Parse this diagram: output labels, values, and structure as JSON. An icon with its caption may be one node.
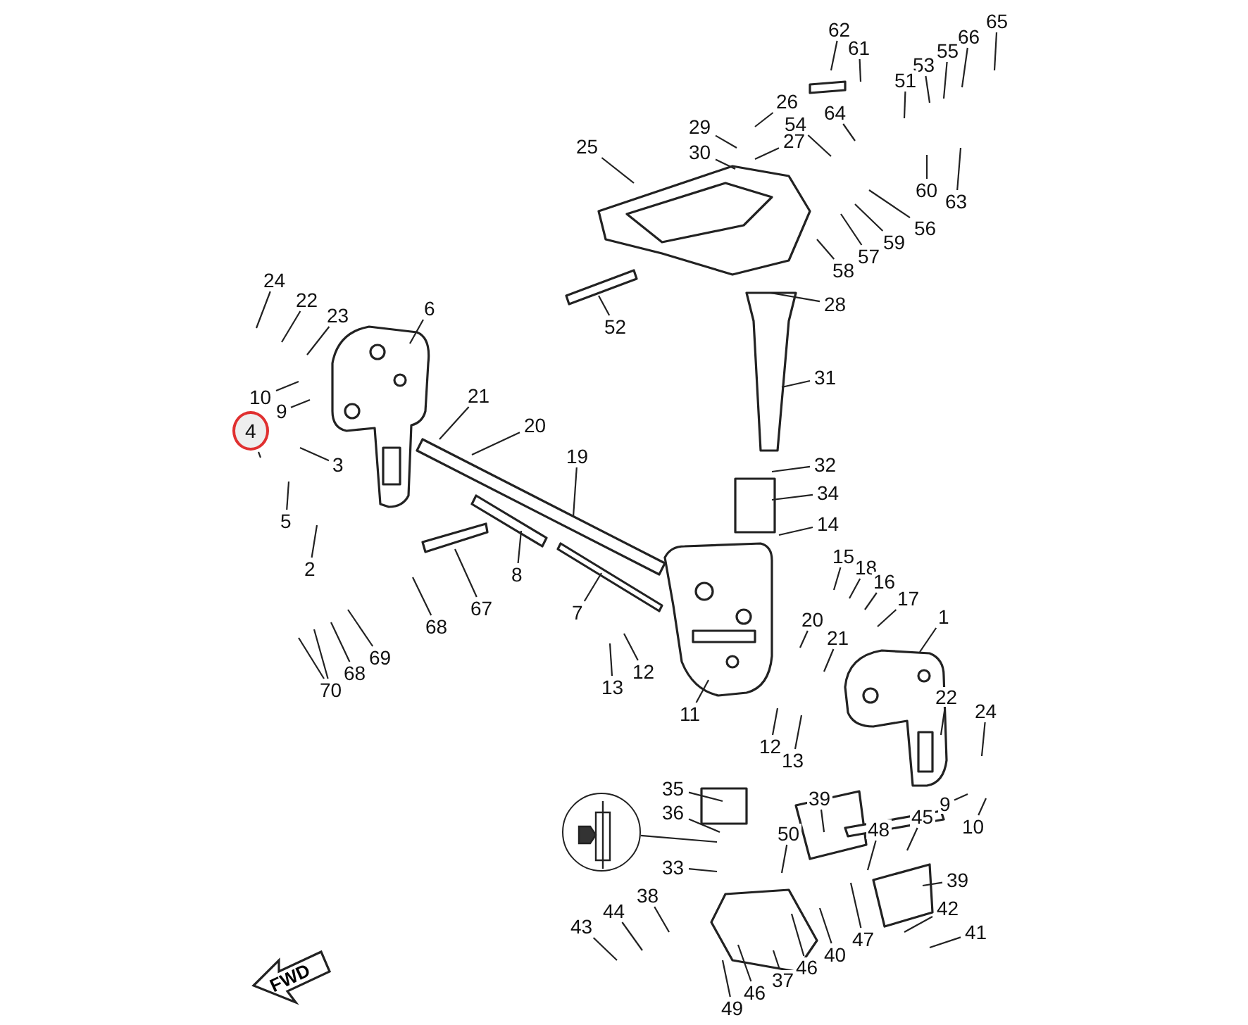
{
  "diagram": {
    "nodes": [
      {
        "text": [
          "65"
        ]
      },
      {
        "text": [
          "62"
        ]
      },
      {
        "text": [
          "66"
        ]
      },
      {
        "text": [
          "55"
        ]
      },
      {
        "text": [
          "61"
        ]
      },
      {
        "text": [
          "53"
        ]
      },
      {
        "text": [
          "51"
        ]
      },
      {
        "text": [
          "26"
        ]
      },
      {
        "text": [
          "64"
        ]
      },
      {
        "text": [
          "54"
        ]
      },
      {
        "text": [
          "29"
        ]
      },
      {
        "text": [
          "27"
        ]
      },
      {
        "text": [
          "25"
        ]
      },
      {
        "text": [
          "30"
        ]
      },
      {
        "text": [
          "60"
        ]
      },
      {
        "text": [
          "63"
        ]
      },
      {
        "text": [
          "56"
        ]
      },
      {
        "text": [
          "59"
        ]
      },
      {
        "text": [
          "57"
        ]
      },
      {
        "text": [
          "58"
        ]
      },
      {
        "text": [
          "24"
        ]
      },
      {
        "text": [
          "22"
        ]
      },
      {
        "text": [
          "28"
        ]
      },
      {
        "text": [
          "6"
        ]
      },
      {
        "text": [
          "23"
        ]
      },
      {
        "text": [
          "52"
        ]
      },
      {
        "text": [
          "31"
        ]
      },
      {
        "text": [
          "21"
        ]
      },
      {
        "text": [
          "10"
        ]
      },
      {
        "text": [
          "9"
        ]
      },
      {
        "text": [
          "20"
        ]
      },
      {
        "text": [
          "4"
        ]
      },
      {
        "text": [
          "19"
        ]
      },
      {
        "text": [
          "3"
        ]
      },
      {
        "text": [
          "32"
        ]
      },
      {
        "text": [
          "34"
        ]
      },
      {
        "text": [
          "5"
        ]
      },
      {
        "text": [
          "14"
        ]
      },
      {
        "text": [
          "15"
        ]
      },
      {
        "text": [
          "18"
        ]
      },
      {
        "text": [
          "2"
        ]
      },
      {
        "text": [
          "8"
        ]
      },
      {
        "text": [
          "16"
        ]
      },
      {
        "text": [
          "17"
        ]
      },
      {
        "text": [
          "67"
        ]
      },
      {
        "text": [
          "7"
        ]
      },
      {
        "text": [
          "1"
        ]
      },
      {
        "text": [
          "20"
        ]
      },
      {
        "text": [
          "68"
        ]
      },
      {
        "text": [
          "21"
        ]
      },
      {
        "text": [
          "69"
        ]
      },
      {
        "text": [
          "12"
        ]
      },
      {
        "text": [
          "68"
        ]
      },
      {
        "text": [
          "13"
        ]
      },
      {
        "text": [
          "70"
        ]
      },
      {
        "text": [
          "22"
        ]
      },
      {
        "text": [
          "24"
        ]
      },
      {
        "text": [
          "11"
        ]
      },
      {
        "text": [
          "12"
        ]
      },
      {
        "text": [
          "13"
        ]
      },
      {
        "text": [
          "35"
        ]
      },
      {
        "text": [
          "39"
        ]
      },
      {
        "text": [
          "9"
        ]
      },
      {
        "text": [
          "36"
        ]
      },
      {
        "text": [
          "45"
        ]
      },
      {
        "text": [
          "10"
        ]
      },
      {
        "text": [],
        "shape": "circle"
      },
      {
        "text": [
          "48"
        ]
      },
      {
        "text": [
          "50"
        ]
      },
      {
        "text": [
          "33"
        ]
      },
      {
        "text": [
          "39"
        ]
      },
      {
        "text": [
          "38"
        ]
      },
      {
        "text": [
          "42"
        ]
      },
      {
        "text": [
          "44"
        ]
      },
      {
        "text": [
          "43"
        ]
      },
      {
        "text": [
          "41"
        ]
      },
      {
        "text": [
          "47"
        ]
      },
      {
        "text": [
          "40"
        ]
      },
      {
        "text": [
          "46"
        ]
      },
      {
        "text": [
          "37"
        ]
      },
      {
        "text": [
          "46"
        ]
      },
      {
        "text": [
          "49"
        ]
      }
    ],
    "edges": [
      {
        "from": 0,
        "to": null,
        "arrow": "none"
      },
      {
        "from": 1,
        "to": null,
        "arrow": "none"
      },
      {
        "from": 2,
        "to": null,
        "arrow": "none"
      },
      {
        "from": 3,
        "to": null,
        "arrow": "none"
      },
      {
        "from": 4,
        "to": null,
        "arrow": "none"
      },
      {
        "from": 5,
        "to": null,
        "arrow": "none"
      },
      {
        "from": 6,
        "to": null,
        "arrow": "none"
      },
      {
        "from": 7,
        "to": null,
        "arrow": "none"
      },
      {
        "from": 8,
        "to": null,
        "arrow": "none"
      },
      {
        "from": 9,
        "to": null,
        "arrow": "none"
      },
      {
        "from": 10,
        "to": null,
        "arrow": "none"
      },
      {
        "from": 11,
        "to": null,
        "arrow": "none"
      },
      {
        "from": 12,
        "to": null,
        "arrow": "none"
      },
      {
        "from": 13,
        "to": null,
        "arrow": "none"
      },
      {
        "from": 14,
        "to": null,
        "arrow": "none"
      },
      {
        "from": 15,
        "to": null,
        "arrow": "none"
      },
      {
        "from": 16,
        "to": null,
        "arrow": "none"
      },
      {
        "from": 17,
        "to": null,
        "arrow": "none"
      },
      {
        "from": 18,
        "to": null,
        "arrow": "none"
      },
      {
        "from": 19,
        "to": null,
        "arrow": "none"
      },
      {
        "from": 20,
        "to": null,
        "arrow": "none"
      },
      {
        "from": 21,
        "to": null,
        "arrow": "none"
      },
      {
        "from": 22,
        "to": null,
        "arrow": "none"
      },
      {
        "from": 23,
        "to": null,
        "arrow": "none"
      },
      {
        "from": 24,
        "to": null,
        "arrow": "none"
      },
      {
        "from": 25,
        "to": null,
        "arrow": "none"
      },
      {
        "from": 26,
        "to": null,
        "arrow": "none"
      },
      {
        "from": 27,
        "to": null,
        "arrow": "none"
      },
      {
        "from": 28,
        "to": null,
        "arrow": "none"
      },
      {
        "from": 29,
        "to": null,
        "arrow": "none"
      },
      {
        "from": 30,
        "to": null,
        "arrow": "none"
      },
      {
        "from": 31,
        "to": null,
        "arrow": "none"
      },
      {
        "from": 32,
        "to": null,
        "arrow": "none"
      },
      {
        "from": 33,
        "to": null,
        "arrow": "none"
      },
      {
        "from": 34,
        "to": null,
        "arrow": "none"
      },
      {
        "from": 35,
        "to": null,
        "arrow": "none"
      },
      {
        "from": 36,
        "to": null,
        "arrow": "none"
      },
      {
        "from": 37,
        "to": null,
        "arrow": "none"
      },
      {
        "from": 38,
        "to": null,
        "arrow": "none"
      },
      {
        "from": 39,
        "to": null,
        "arrow": "none"
      },
      {
        "from": 40,
        "to": null,
        "arrow": "none"
      },
      {
        "from": 41,
        "to": null,
        "arrow": "none"
      },
      {
        "from": 42,
        "to": null,
        "arrow": "none"
      },
      {
        "from": 43,
        "to": null,
        "arrow": "none"
      },
      {
        "from": 44,
        "to": null,
        "arrow": "none"
      },
      {
        "from": 45,
        "to": null,
        "arrow": "none"
      },
      {
        "from": 46,
        "to": null,
        "arrow": "none"
      },
      {
        "from": 47,
        "to": null,
        "arrow": "none"
      },
      {
        "from": 48,
        "to": null,
        "arrow": "none"
      },
      {
        "from": 49,
        "to": null,
        "arrow": "none"
      },
      {
        "from": 50,
        "to": null,
        "arrow": "none"
      },
      {
        "from": 51,
        "to": null,
        "arrow": "none"
      },
      {
        "from": 52,
        "to": null,
        "arrow": "none"
      },
      {
        "from": 53,
        "to": null,
        "arrow": "none"
      },
      {
        "from": 54,
        "to": null,
        "arrow": "none"
      },
      {
        "from": 54,
        "to": null,
        "arrow": "none"
      },
      {
        "from": 55,
        "to": null,
        "arrow": "none"
      },
      {
        "from": 56,
        "to": null,
        "arrow": "none"
      },
      {
        "from": 57,
        "to": null,
        "arrow": "none"
      },
      {
        "from": 58,
        "to": null,
        "arrow": "none"
      },
      {
        "from": 59,
        "to": null,
        "arrow": "none"
      },
      {
        "from": 60,
        "to": null,
        "arrow": "none"
      },
      {
        "from": 61,
        "to": null,
        "arrow": "none"
      },
      {
        "from": 62,
        "to": null,
        "arrow": "none"
      },
      {
        "from": 63,
        "to": null,
        "arrow": "none"
      },
      {
        "from": 64,
        "to": null,
        "arrow": "none"
      },
      {
        "from": 65,
        "to": null,
        "arrow": "none"
      },
      {
        "from": 66,
        "to": null,
        "arrow": "none"
      },
      {
        "from": 67,
        "to": null,
        "arrow": "none"
      },
      {
        "from": 68,
        "to": null,
        "arrow": "none"
      },
      {
        "from": 69,
        "to": null,
        "arrow": "none"
      },
      {
        "from": 70,
        "to": null,
        "arrow": "none"
      },
      {
        "from": 71,
        "to": null,
        "arrow": "none"
      },
      {
        "from": 72,
        "to": null,
        "arrow": "none"
      },
      {
        "from": 73,
        "to": null,
        "arrow": "none"
      },
      {
        "from": 74,
        "to": null,
        "arrow": "none"
      },
      {
        "from": 75,
        "to": null,
        "arrow": "none"
      },
      {
        "from": 76,
        "to": null,
        "arrow": "none"
      },
      {
        "from": 77,
        "to": null,
        "arrow": "none"
      },
      {
        "from": 78,
        "to": null,
        "arrow": "none"
      },
      {
        "from": 79,
        "to": null,
        "arrow": "none"
      },
      {
        "from": 80,
        "to": null,
        "arrow": "none"
      },
      {
        "from": 81,
        "to": null,
        "arrow": "none"
      }
    ],
    "labels": [
      "FWD"
    ]
  }
}
